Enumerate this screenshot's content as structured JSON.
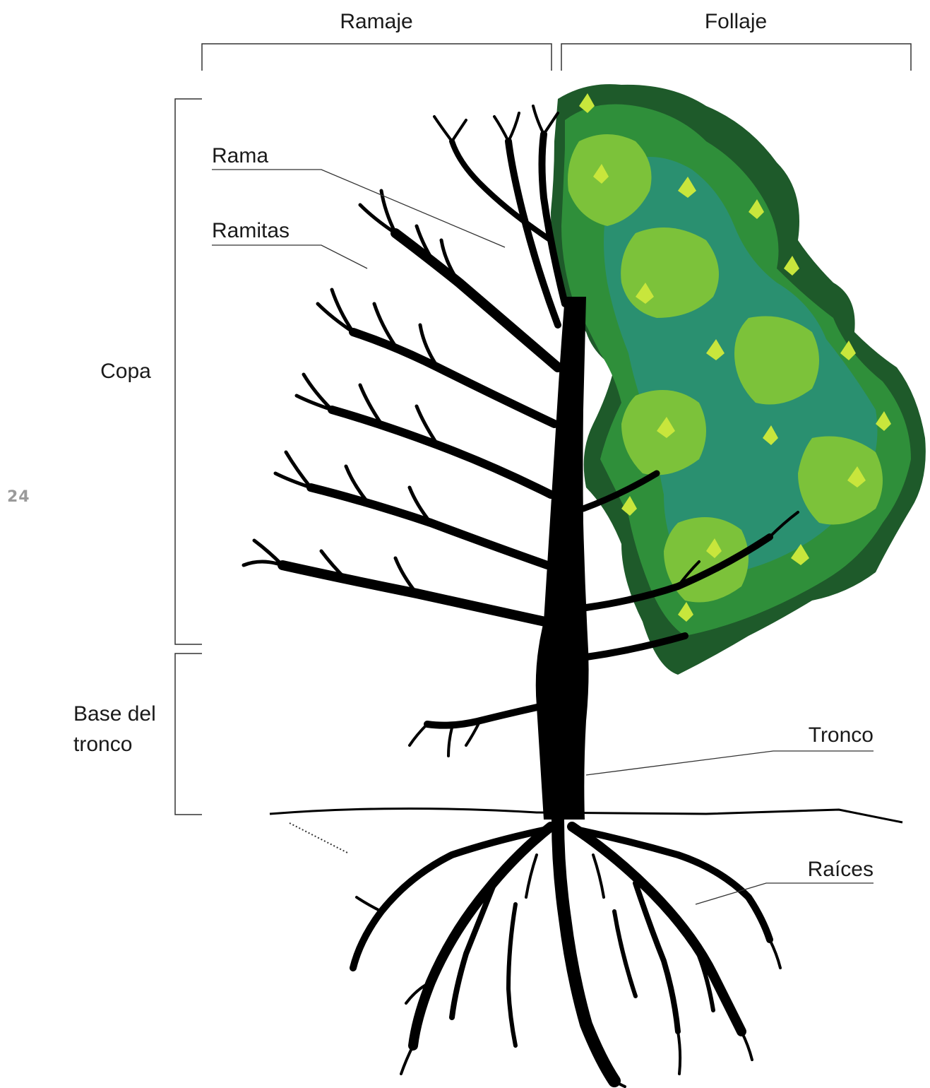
{
  "page_number": "24",
  "labels": {
    "ramaje": "Ramaje",
    "follaje": "Follaje",
    "rama": "Rama",
    "ramitas": "Ramitas",
    "copa": "Copa",
    "base_line1": "Base del",
    "base_line2": "tronco",
    "tronco": "Tronco",
    "raices": "Raíces"
  },
  "colors": {
    "tree": "#000000",
    "foliage_dark": "#1e5a2a",
    "foliage_mid": "#2f8f3a",
    "foliage_teal": "#2a9070",
    "foliage_light": "#7cc23a",
    "foliage_lime": "#c8e63c"
  }
}
